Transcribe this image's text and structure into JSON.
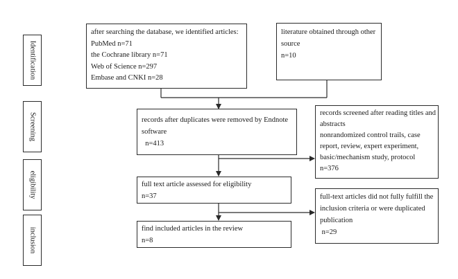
{
  "stages": {
    "identification": "Identification",
    "screening": "Screening",
    "eligibility": "eligibility",
    "inclusion": "inclusion"
  },
  "boxes": {
    "database_search": {
      "lines": [
        "after searching the database, we identified articles:",
        "PubMed n=71",
        "the Cochrane library n=71",
        "Web of Science n=297",
        "Embase and CNKI n=28"
      ]
    },
    "other_sources": {
      "lines": [
        "literature obtained through other",
        "source",
        "n=10"
      ]
    },
    "duplicates_removed": {
      "lines": [
        "records after duplicates were removed by Endnote",
        "software",
        "  n=413"
      ]
    },
    "records_screened_excluded": {
      "lines": [
        "records screened after reading titles and",
        "abstracts",
        "nonrandomized control trails, case",
        "report, review, expert experiment,",
        "basic/mechanism study, protocol",
        "n=376"
      ]
    },
    "full_text_assessed": {
      "lines": [
        "full text article assessed for eligibility",
        "n=37"
      ]
    },
    "full_text_excluded": {
      "lines": [
        "full-text articles did not fully fulfill the",
        "inclusion criteria or were duplicated",
        "publication",
        " n=29"
      ]
    },
    "included": {
      "lines": [
        "find included articles in the review",
        "n=8"
      ]
    }
  }
}
